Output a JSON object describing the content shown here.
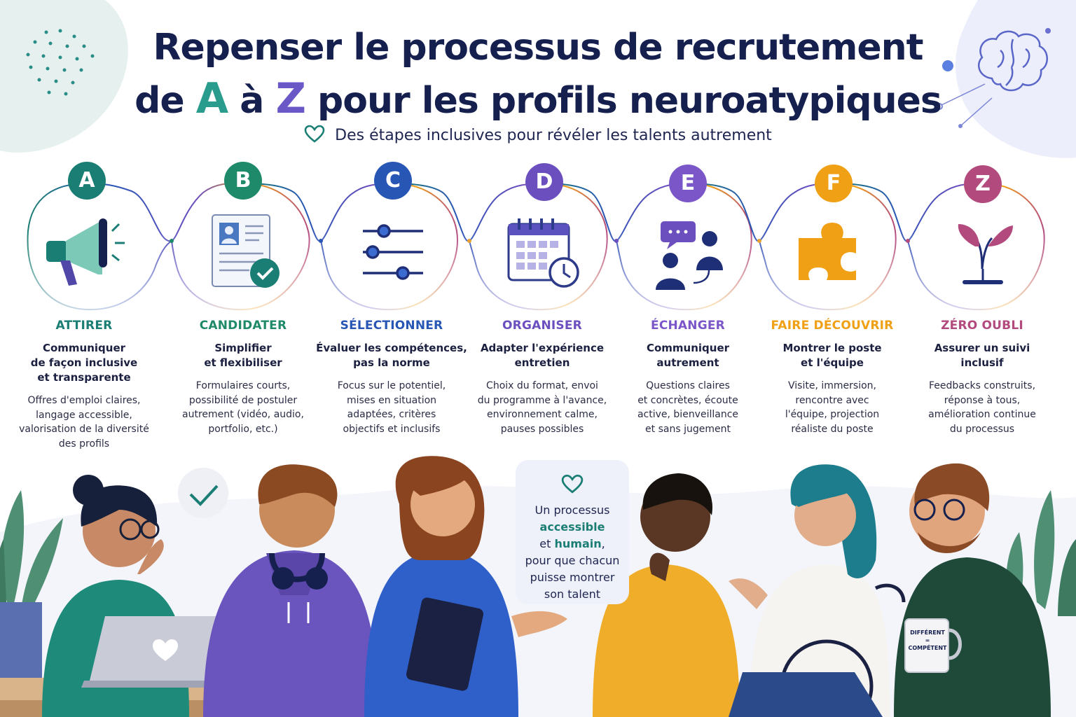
{
  "header": {
    "title_line1": "Repenser le processus de recrutement",
    "title_line2_pre": "de ",
    "title_line2_a": "A",
    "title_line2_mid": " à ",
    "title_line2_z": "Z",
    "title_line2_post": " pour les profils neuroatypiques",
    "subtitle": "Des étapes inclusives pour révéler les talents autrement"
  },
  "colors": {
    "teal": "#1b7e74",
    "green": "#1f8a6a",
    "blue": "#2856b5",
    "purple": "#6c4fbf",
    "violet": "#7a56c9",
    "orange": "#f0a015",
    "plum": "#b34a7d",
    "navy": "#16204f"
  },
  "steps": [
    {
      "letter": "A",
      "title": "ATTIRER",
      "subtitle": "Communiquer de façon inclusive et transparente",
      "sub_lines": [
        "Communiquer",
        "de façon inclusive",
        "et transparente"
      ],
      "desc_lines": [
        "Offres d'emploi claires,",
        "langage accessible,",
        "valorisation de la diversité",
        "des profils"
      ],
      "icon": "megaphone-icon",
      "color": "#1b7e74"
    },
    {
      "letter": "B",
      "title": "CANDIDATER",
      "sub_lines": [
        "Simplifier",
        "et flexibiliser"
      ],
      "desc_lines": [
        "Formulaires courts,",
        "possibilité de postuler",
        "autrement (vidéo, audio,",
        "portfolio, etc.)"
      ],
      "icon": "resume-check-icon",
      "color": "#1f8a6a"
    },
    {
      "letter": "C",
      "title": "SÉLECTIONNER",
      "sub_lines": [
        "Évaluer les compétences,",
        "pas la norme"
      ],
      "desc_lines": [
        "Focus sur le potentiel,",
        "mises en situation",
        "adaptées, critères",
        "objectifs et inclusifs"
      ],
      "icon": "sliders-icon",
      "color": "#2856b5"
    },
    {
      "letter": "D",
      "title": "ORGANISER",
      "sub_lines": [
        "Adapter l'expérience",
        "entretien"
      ],
      "desc_lines": [
        "Choix du format, envoi",
        "du programme à l'avance,",
        "environnement calme,",
        "pauses possibles"
      ],
      "icon": "calendar-clock-icon",
      "color": "#6c4fbf"
    },
    {
      "letter": "E",
      "title": "ÉCHANGER",
      "sub_lines": [
        "Communiquer",
        "autrement"
      ],
      "desc_lines": [
        "Questions claires",
        "et concrètes, écoute",
        "active, bienveillance",
        "et sans jugement"
      ],
      "icon": "people-chat-icon",
      "color": "#7a56c9"
    },
    {
      "letter": "F",
      "title": "FAIRE DÉCOUVRIR",
      "sub_lines": [
        "Montrer le poste",
        "et l'équipe"
      ],
      "desc_lines": [
        "Visite, immersion,",
        "rencontre avec",
        "l'équipe, projection",
        "réaliste du poste"
      ],
      "icon": "puzzle-icon",
      "color": "#f0a015"
    },
    {
      "letter": "Z",
      "title": "ZÉRO OUBLI",
      "sub_lines": [
        "Assurer un suivi",
        "inclusif"
      ],
      "desc_lines": [
        "Feedbacks construits,",
        "réponse à tous,",
        "amélioration continue",
        "du processus"
      ],
      "icon": "sprout-icon",
      "color": "#b34a7d"
    }
  ],
  "bubble": {
    "line1": "Un processus",
    "line2": "accessible",
    "line3_pre": "et ",
    "line3_b": "humain",
    "line3_post": ",",
    "line4": "pour que chacun",
    "line5": "puisse montrer",
    "line6": "son talent"
  },
  "mug": {
    "line1": "DIFFÉRENT",
    "line2": "=",
    "line3": "COMPÉTENT"
  }
}
